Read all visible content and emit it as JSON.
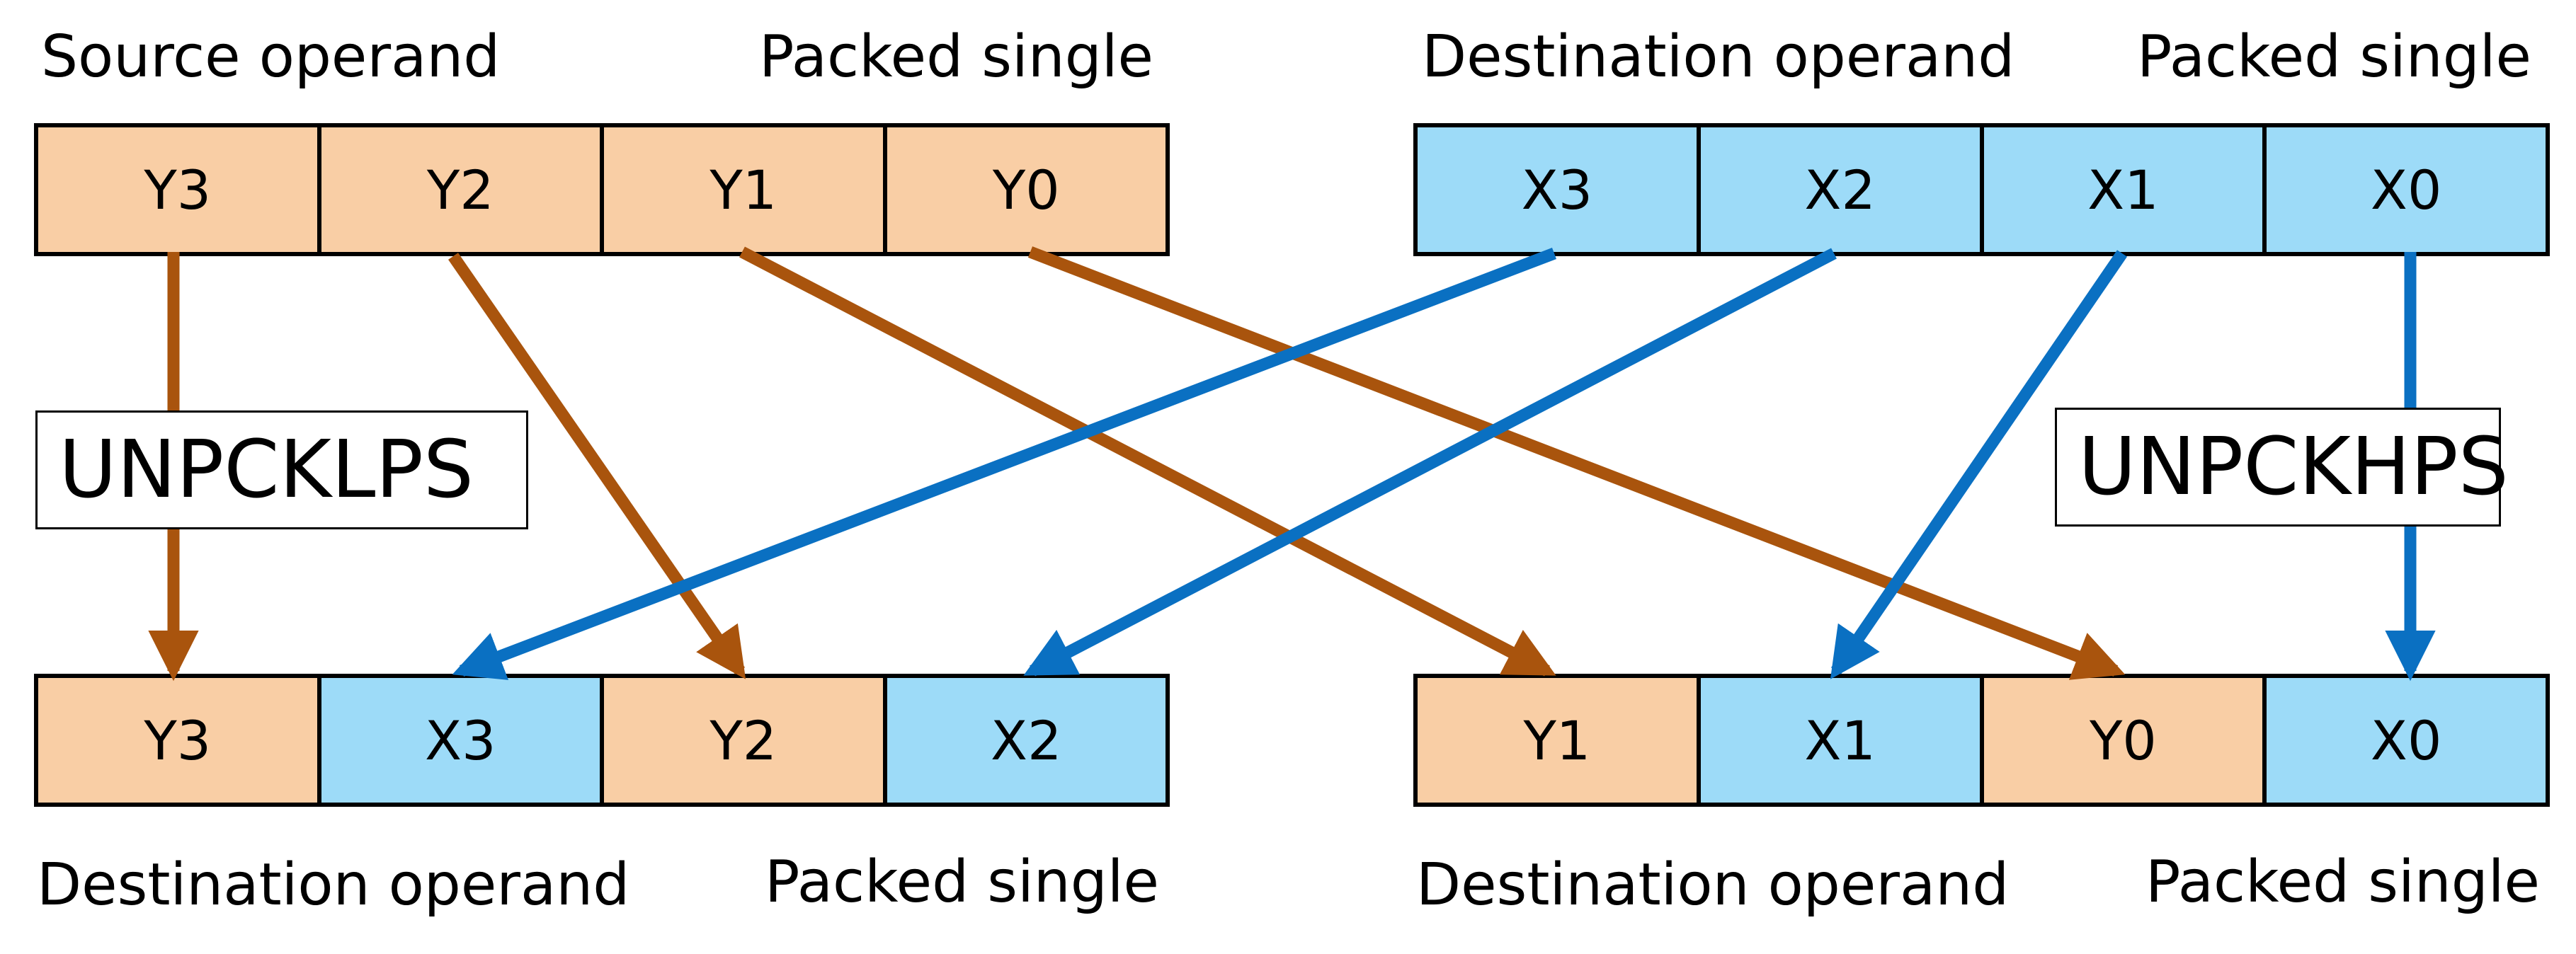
{
  "top_left": {
    "label_left": "Source operand",
    "label_right": "Packed single",
    "cells": [
      "Y3",
      "Y2",
      "Y1",
      "Y0"
    ]
  },
  "top_right": {
    "label_left": "Destination operand",
    "label_right": "Packed single",
    "cells": [
      "X3",
      "X2",
      "X1",
      "X0"
    ]
  },
  "bottom_left": {
    "label_left": "Destination operand",
    "label_right": "Packed single",
    "cells": [
      "Y3",
      "X3",
      "Y2",
      "X2"
    ]
  },
  "bottom_right": {
    "label_left": "Destination operand",
    "label_right": "Packed single",
    "cells": [
      "Y1",
      "X1",
      "Y0",
      "X0"
    ]
  },
  "instructions": {
    "low": "UNPCKLPS",
    "high": "UNPCKHPS"
  },
  "colors": {
    "source_fill": "#f9cea5",
    "dest_fill": "#9ddbf8",
    "source_arrow": "#a9540d",
    "dest_arrow": "#0a70c2"
  }
}
